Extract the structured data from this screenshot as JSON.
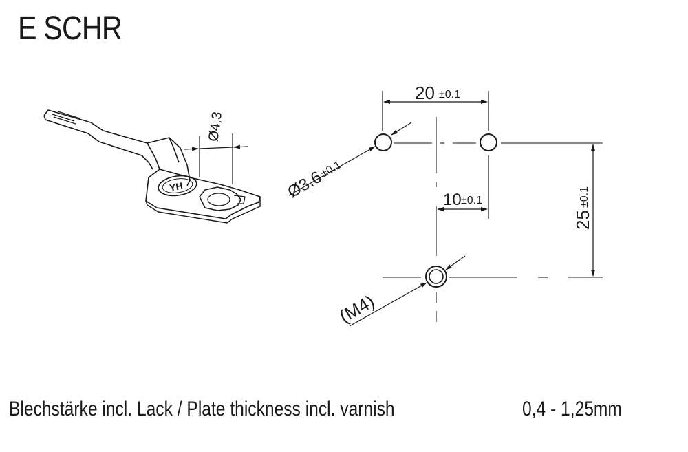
{
  "title": "E SCHR",
  "part_drawing": {
    "hole_dimension": "Ø4,3",
    "logo": "YH"
  },
  "hole_pattern": {
    "spacing_horizontal": {
      "value": "20",
      "tolerance": "±0.1"
    },
    "offset_horizontal": {
      "value": "10",
      "tolerance": "±0.1"
    },
    "spacing_vertical": {
      "value": "25",
      "tolerance": "±0.1"
    },
    "hole_diameter": {
      "value": "Ø3.6",
      "tolerance": "±0.1"
    },
    "thread_label": "(M4)"
  },
  "footer": {
    "description": "Blechstärke incl. Lack / Plate thickness incl. varnish",
    "thickness_range": "0,4 - 1,25mm"
  }
}
